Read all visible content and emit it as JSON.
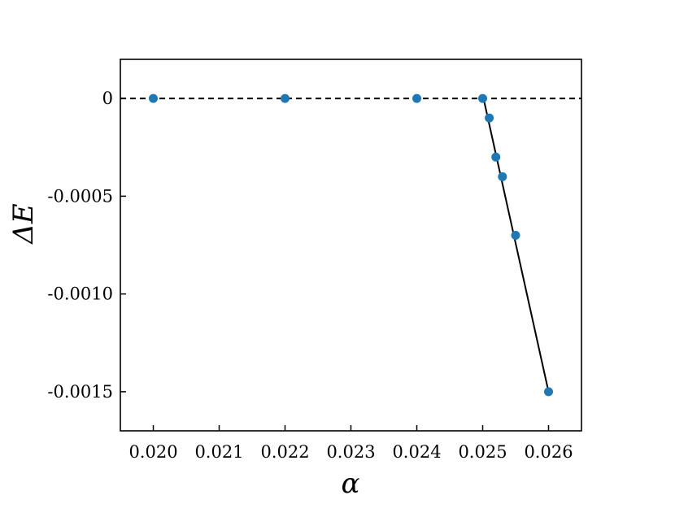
{
  "chart_data": {
    "type": "scatter",
    "xlabel": "α",
    "ylabel": "ΔE",
    "xlim": [
      0.0195,
      0.0265
    ],
    "ylim": [
      -0.0017,
      0.0002
    ],
    "x_ticks": [
      0.02,
      0.021,
      0.022,
      0.023,
      0.024,
      0.025,
      0.026
    ],
    "x_tick_labels": [
      "0.020",
      "0.021",
      "0.022",
      "0.023",
      "0.024",
      "0.025",
      "0.026"
    ],
    "y_ticks": [
      0,
      -0.0005,
      -0.001,
      -0.0015
    ],
    "y_tick_labels": [
      "0",
      "-0.0005",
      "-0.0010",
      "-0.0015"
    ],
    "grid": false,
    "reference_line": {
      "y": 0,
      "style": "dashed",
      "color": "#000000"
    },
    "series": [
      {
        "kind": "points",
        "color": "#1f77b4",
        "x": [
          0.02,
          0.022,
          0.024,
          0.025,
          0.0251,
          0.0252,
          0.0253,
          0.0255,
          0.026
        ],
        "y": [
          0,
          0,
          0,
          0,
          -0.0001,
          -0.0003,
          -0.0004,
          -0.0007,
          -0.0015
        ]
      },
      {
        "kind": "fit-line",
        "color": "#000000",
        "x": [
          0.025,
          0.026
        ],
        "y": [
          2e-05,
          -0.0015
        ]
      }
    ]
  }
}
